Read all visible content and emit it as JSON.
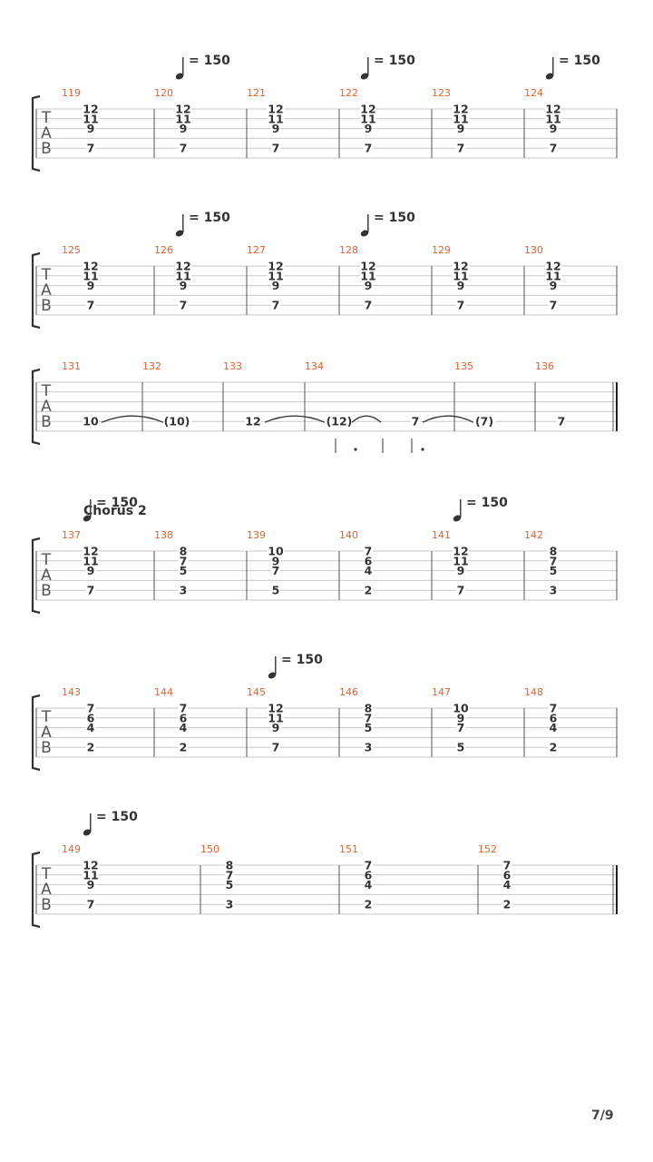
{
  "colors": {
    "measure_number": "#e4612a",
    "staff_line": "#c8c8c8",
    "barline": "#555555",
    "fret": "#333333"
  },
  "tempo_marking": "= 150",
  "tab_clef": [
    "T",
    "A",
    "B"
  ],
  "page_number": "7/9",
  "systems": [
    {
      "tempos": [
        1,
        3,
        5
      ],
      "measures": [
        {
          "number": "119",
          "notes": [
            {
              "chord": [
                "12",
                "11",
                "9",
                "",
                "7"
              ]
            }
          ]
        },
        {
          "number": "120",
          "notes": [
            {
              "chord": [
                "12",
                "11",
                "9",
                "",
                "7"
              ]
            }
          ]
        },
        {
          "number": "121",
          "notes": [
            {
              "chord": [
                "12",
                "11",
                "9",
                "",
                "7"
              ]
            }
          ]
        },
        {
          "number": "122",
          "notes": [
            {
              "chord": [
                "12",
                "11",
                "9",
                "",
                "7"
              ]
            }
          ]
        },
        {
          "number": "123",
          "notes": [
            {
              "chord": [
                "12",
                "11",
                "9",
                "",
                "7"
              ]
            }
          ]
        },
        {
          "number": "124",
          "notes": [
            {
              "chord": [
                "12",
                "11",
                "9",
                "",
                "7"
              ]
            }
          ]
        }
      ]
    },
    {
      "tempos": [
        1,
        3
      ],
      "measures": [
        {
          "number": "125",
          "notes": [
            {
              "chord": [
                "12",
                "11",
                "9",
                "",
                "7"
              ]
            }
          ]
        },
        {
          "number": "126",
          "notes": [
            {
              "chord": [
                "12",
                "11",
                "9",
                "",
                "7"
              ]
            }
          ]
        },
        {
          "number": "127",
          "notes": [
            {
              "chord": [
                "12",
                "11",
                "9",
                "",
                "7"
              ]
            }
          ]
        },
        {
          "number": "128",
          "notes": [
            {
              "chord": [
                "12",
                "11",
                "9",
                "",
                "7"
              ]
            }
          ]
        },
        {
          "number": "129",
          "notes": [
            {
              "chord": [
                "12",
                "11",
                "9",
                "",
                "7"
              ]
            }
          ]
        },
        {
          "number": "130",
          "notes": [
            {
              "chord": [
                "12",
                "11",
                "9",
                "",
                "7"
              ]
            }
          ]
        }
      ]
    },
    {
      "tempos": [],
      "final_barline": true,
      "measures": [
        {
          "number": "131",
          "notes": [
            {
              "chord": [
                "",
                "",
                "",
                "",
                "10"
              ]
            }
          ]
        },
        {
          "number": "132",
          "notes": [
            {
              "chord": [
                "",
                "",
                "",
                "",
                "(10)"
              ]
            }
          ]
        },
        {
          "number": "133",
          "notes": [
            {
              "chord": [
                "",
                "",
                "",
                "",
                "12"
              ]
            }
          ]
        },
        {
          "number": "134",
          "notes": [
            {
              "chord": [
                "",
                "",
                "",
                "",
                "(12)"
              ]
            },
            {
              "chord": [
                "",
                "",
                "",
                "",
                "7"
              ]
            }
          ]
        },
        {
          "number": "135",
          "notes": [
            {
              "chord": [
                "",
                "",
                "",
                "",
                "(7)"
              ]
            }
          ]
        },
        {
          "number": "136",
          "notes": [
            {
              "chord": [
                "",
                "",
                "",
                "",
                "7"
              ]
            }
          ]
        }
      ]
    },
    {
      "tempos": [
        0,
        4
      ],
      "section": "Chorus 2",
      "measures": [
        {
          "number": "137",
          "notes": [
            {
              "chord": [
                "12",
                "11",
                "9",
                "",
                "7"
              ]
            }
          ]
        },
        {
          "number": "138",
          "notes": [
            {
              "chord": [
                "8",
                "7",
                "5",
                "",
                "3"
              ]
            }
          ]
        },
        {
          "number": "139",
          "notes": [
            {
              "chord": [
                "10",
                "9",
                "7",
                "",
                "5"
              ]
            }
          ]
        },
        {
          "number": "140",
          "notes": [
            {
              "chord": [
                "7",
                "6",
                "4",
                "",
                "2"
              ]
            }
          ]
        },
        {
          "number": "141",
          "notes": [
            {
              "chord": [
                "12",
                "11",
                "9",
                "",
                "7"
              ]
            }
          ]
        },
        {
          "number": "142",
          "notes": [
            {
              "chord": [
                "8",
                "7",
                "5",
                "",
                "3"
              ]
            }
          ]
        }
      ]
    },
    {
      "tempos": [
        2
      ],
      "measures": [
        {
          "number": "143",
          "notes": [
            {
              "chord": [
                "7",
                "6",
                "4",
                "",
                "2"
              ]
            }
          ]
        },
        {
          "number": "144",
          "notes": [
            {
              "chord": [
                "7",
                "6",
                "4",
                "",
                "2"
              ]
            }
          ]
        },
        {
          "number": "145",
          "notes": [
            {
              "chord": [
                "12",
                "11",
                "9",
                "",
                "7"
              ]
            }
          ]
        },
        {
          "number": "146",
          "notes": [
            {
              "chord": [
                "8",
                "7",
                "5",
                "",
                "3"
              ]
            }
          ]
        },
        {
          "number": "147",
          "notes": [
            {
              "chord": [
                "10",
                "9",
                "7",
                "",
                "5"
              ]
            }
          ]
        },
        {
          "number": "148",
          "notes": [
            {
              "chord": [
                "7",
                "6",
                "4",
                "",
                "2"
              ]
            }
          ]
        }
      ]
    },
    {
      "tempos": [
        0
      ],
      "final_barline": true,
      "measures": [
        {
          "number": "149",
          "notes": [
            {
              "chord": [
                "12",
                "11",
                "9",
                "",
                "7"
              ]
            }
          ]
        },
        {
          "number": "150",
          "notes": [
            {
              "chord": [
                "8",
                "7",
                "5",
                "",
                "3"
              ]
            }
          ]
        },
        {
          "number": "151",
          "notes": [
            {
              "chord": [
                "7",
                "6",
                "4",
                "",
                "2"
              ]
            }
          ]
        },
        {
          "number": "152",
          "notes": [
            {
              "chord": [
                "7",
                "6",
                "4",
                "",
                "2"
              ]
            }
          ]
        }
      ]
    }
  ]
}
